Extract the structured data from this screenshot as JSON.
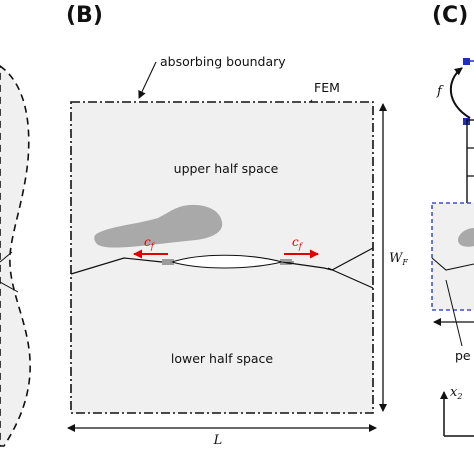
{
  "panels": {
    "b": "(B)",
    "c": "(C)"
  },
  "labels": {
    "absorbing_boundary": "absorbing boundary",
    "fem": "FEM",
    "upper_half_space": "upper half space",
    "lower_half_space": "lower half space",
    "cf_left": "c",
    "cf_left_sub": "f",
    "cf_right": "c",
    "cf_right_sub": "f",
    "wf": "W",
    "wf_sub": "F",
    "length": "L",
    "f_label": "f",
    "pe_partial": "pe",
    "x2": "x",
    "x2_sub": "2"
  },
  "colors": {
    "domain_fill": "#f0f0f0",
    "blob_fill": "#a9a9a9",
    "arrow_red": "#e00000",
    "blue": "#1f2fbf",
    "line": "#111111"
  }
}
